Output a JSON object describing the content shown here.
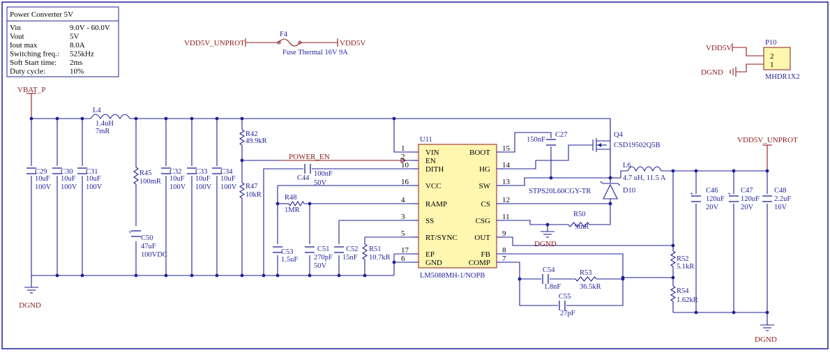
{
  "title": "Power Converter 5V",
  "specs": [
    {
      "label": "Vin",
      "value": "9.0V - 60.0V"
    },
    {
      "label": "Vout",
      "value": "5V"
    },
    {
      "label": "Iout max",
      "value": "8.0A"
    },
    {
      "label": "Switching freq.:",
      "value": "525kHz"
    },
    {
      "label": "Soft Start time:",
      "value": "2ms"
    },
    {
      "label": "Duty cycle:",
      "value": "10%"
    }
  ],
  "nets": {
    "vbat": "VBAT_P",
    "vdd5v_unprot": "VDD5V_UNPROT",
    "vdd5v": "VDD5V",
    "dgnd": "DGND",
    "power_en": "POWER_EN"
  },
  "fuse": {
    "ref": "F4",
    "value": "Fuse Thermal 16V 9A"
  },
  "header": {
    "ref": "P10",
    "value": "MHDR1X2",
    "pin2": "2",
    "pin1": "1"
  },
  "ic": {
    "ref": "U11",
    "part": "LM5088MH-1/NOPB",
    "left_pins": [
      {
        "num": "1",
        "name": "VIN"
      },
      {
        "num": "2",
        "name": "EN"
      },
      {
        "num": "10",
        "name": "DITH"
      },
      {
        "num": "16",
        "name": "VCC"
      },
      {
        "num": "4",
        "name": "RAMP"
      },
      {
        "num": "3",
        "name": "SS"
      },
      {
        "num": "5",
        "name": "RT/SYNC"
      },
      {
        "num": "17",
        "name": "EP"
      },
      {
        "num": "6",
        "name": "GND"
      }
    ],
    "right_pins": [
      {
        "num": "15",
        "name": "BOOT"
      },
      {
        "num": "14",
        "name": "HG"
      },
      {
        "num": "13",
        "name": "SW"
      },
      {
        "num": "12",
        "name": "CS"
      },
      {
        "num": "11",
        "name": "CSG"
      },
      {
        "num": "9",
        "name": "OUT"
      },
      {
        "num": "8",
        "name": "FB"
      },
      {
        "num": "7",
        "name": "COMP"
      }
    ]
  },
  "components": {
    "L4": {
      "ref": "L4",
      "v1": "1.4uH",
      "v2": "7mR"
    },
    "C29": {
      "ref": "C29",
      "v1": "10uF",
      "v2": "100V"
    },
    "C30": {
      "ref": "C30",
      "v1": "10uF",
      "v2": "100V"
    },
    "C31": {
      "ref": "C31",
      "v1": "10uF",
      "v2": "100V"
    },
    "R45": {
      "ref": "R45",
      "v1": "100mR"
    },
    "C50": {
      "ref": "C50",
      "v1": "47uF",
      "v2": "100VDC"
    },
    "C32": {
      "ref": "C32",
      "v1": "10uF",
      "v2": "100V"
    },
    "C33": {
      "ref": "C33",
      "v1": "10uF",
      "v2": "100V"
    },
    "C34": {
      "ref": "C34",
      "v1": "10uF",
      "v2": "100V"
    },
    "R42": {
      "ref": "R42",
      "v1": "49.9kR"
    },
    "R47": {
      "ref": "R47",
      "v1": "10kR"
    },
    "C44": {
      "ref": "C44",
      "v1": "100nF",
      "v2": "50V"
    },
    "R48": {
      "ref": "R48",
      "v1": "1MR"
    },
    "C53": {
      "ref": "C53",
      "v1": "1.5uF"
    },
    "C51": {
      "ref": "C51",
      "v1": "270pF",
      "v2": "50V"
    },
    "C52": {
      "ref": "C52",
      "v1": "15nF"
    },
    "R51": {
      "ref": "R51",
      "v1": "10.7kR"
    },
    "C27": {
      "ref": "C27",
      "v1": "150nF"
    },
    "Q4": {
      "ref": "Q4",
      "v1": "CSD19502Q5B"
    },
    "L6": {
      "ref": "L6",
      "v1": "4.7 uH, 11.5 A"
    },
    "D10": {
      "ref": "D10",
      "v1": "STPS20L60CGY-TR"
    },
    "R50": {
      "ref": "R50",
      "v1": "9mR"
    },
    "C54": {
      "ref": "C54",
      "v1": "1.8nF"
    },
    "R53": {
      "ref": "R53",
      "v1": "36.5kR"
    },
    "C55": {
      "ref": "C55",
      "v1": "27pF"
    },
    "R52": {
      "ref": "R52",
      "v1": "5.1kR"
    },
    "R54": {
      "ref": "R54",
      "v1": "1.62kR"
    },
    "C46": {
      "ref": "C46",
      "v1": "120uF",
      "v2": "20V"
    },
    "C47": {
      "ref": "C47",
      "v1": "120uF",
      "v2": "20V"
    },
    "C48": {
      "ref": "C48",
      "v1": "2.2uF",
      "v2": "16V"
    }
  },
  "colors": {
    "wire": "#1f1f9a",
    "net_label": "#8b1a1a",
    "ic_fill": "#fff6b0",
    "ic_border": "#8b1a1a",
    "frame": "#1f1f9a"
  }
}
